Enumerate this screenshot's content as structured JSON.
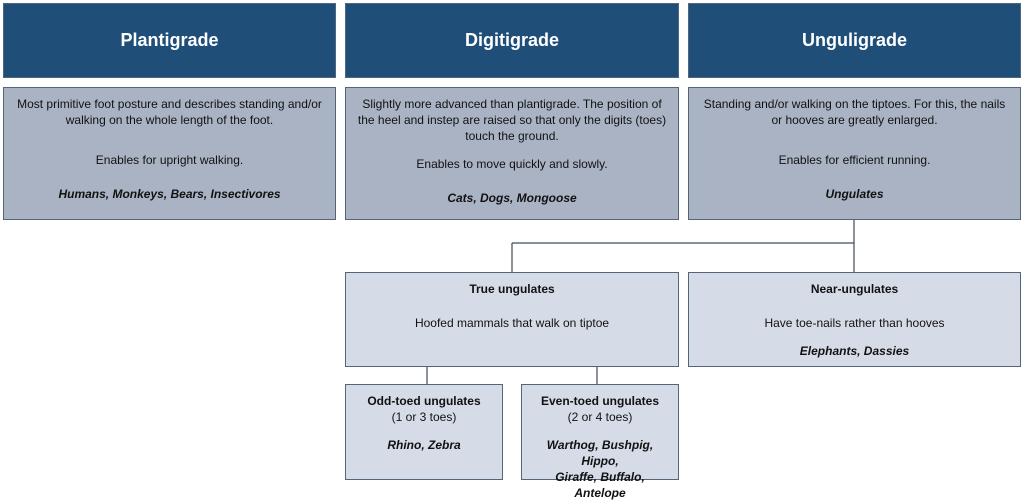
{
  "columns": [
    {
      "title": "Plantigrade",
      "description": "Most primitive foot posture and describes standing and/or walking on the whole length of the foot.",
      "function": "Enables for upright walking.",
      "examples": "Humans, Monkeys, Bears, Insectivores"
    },
    {
      "title": "Digitigrade",
      "description": "Slightly more advanced than plantigrade. The position of the heel and instep are raised so that only the digits (toes) touch the ground.",
      "function": "Enables to move quickly and slowly.",
      "examples": "Cats, Dogs, Mongoose"
    },
    {
      "title": "Unguligrade",
      "description": "Standing and/or walking on the tiptoes. For this, the nails or hooves are greatly enlarged.",
      "function": "Enables for efficient running.",
      "examples": "Ungulates"
    }
  ],
  "true_ungulates": {
    "title": "True ungulates",
    "description": "Hoofed mammals that walk on tiptoe"
  },
  "near_ungulates": {
    "title": "Near-ungulates",
    "description": "Have toe-nails rather than hooves",
    "examples": "Elephants, Dassies"
  },
  "odd_toed": {
    "title": "Odd-toed ungulates",
    "toes": "(1 or 3 toes)",
    "examples": "Rhino, Zebra"
  },
  "even_toed": {
    "title": "Even-toed ungulates",
    "toes": "(2 or 4 toes)",
    "examples_line1": "Warthog, Bushpig, Hippo,",
    "examples_line2": "Giraffe, Buffalo, Antelope"
  },
  "colors": {
    "header": "#1f4e79",
    "description_box": "#aab3c4",
    "sub_box": "#d6dce7",
    "connector": "#3d4a5a"
  }
}
